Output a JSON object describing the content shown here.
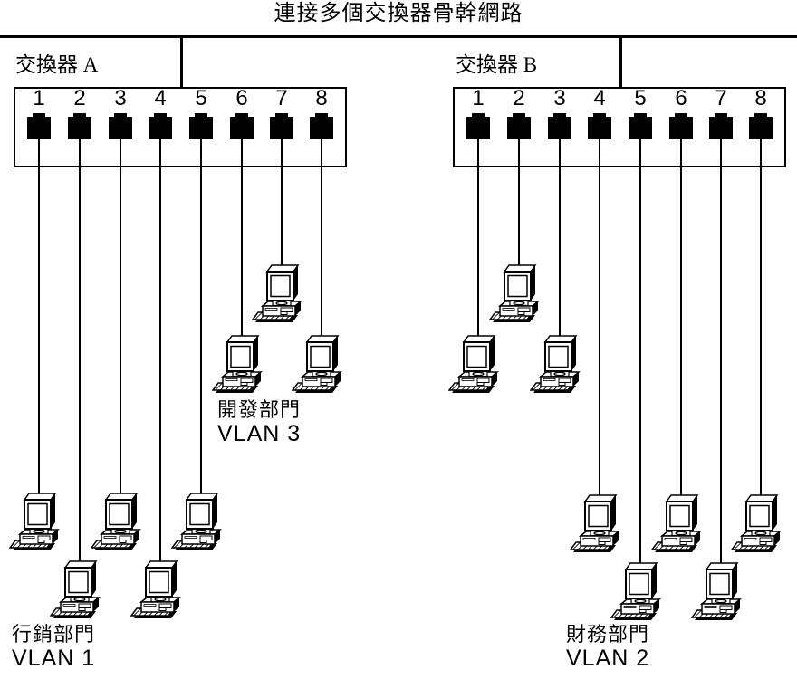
{
  "title": "連接多個交換器骨幹網路",
  "colors": {
    "ink": "#000000",
    "background": "#ffffff"
  },
  "switches": [
    {
      "label": "交換器 A",
      "ports": [
        "1",
        "2",
        "3",
        "4",
        "5",
        "6",
        "7",
        "8"
      ]
    },
    {
      "label": "交換器 B",
      "ports": [
        "1",
        "2",
        "3",
        "4",
        "5",
        "6",
        "7",
        "8"
      ]
    }
  ],
  "vlan_labels": [
    {
      "dept": "行銷部門",
      "vlan": "VLAN 1"
    },
    {
      "dept": "財務部門",
      "vlan": "VLAN 2"
    },
    {
      "dept": "開發部門",
      "vlan": "VLAN 3"
    }
  ],
  "topology": {
    "backbone_label": "連接多個交換器骨幹網路",
    "groups": [
      {
        "switch": "交換器 A",
        "ports": [
          "1",
          "2",
          "3",
          "4",
          "5"
        ],
        "dept": "行銷部門",
        "vlan": "VLAN 1",
        "computers": 5
      },
      {
        "switch": "交換器 A",
        "ports": [
          "6",
          "7",
          "8"
        ],
        "dept": "開發部門",
        "vlan": "VLAN 3",
        "computers": 3
      },
      {
        "switch": "交換器 B",
        "ports": [
          "1",
          "2",
          "3"
        ],
        "dept": "",
        "vlan": "",
        "computers": 3
      },
      {
        "switch": "交換器 B",
        "ports": [
          "4",
          "5",
          "6",
          "7",
          "8"
        ],
        "dept": "財務部門",
        "vlan": "VLAN 2",
        "computers": 5
      }
    ]
  }
}
